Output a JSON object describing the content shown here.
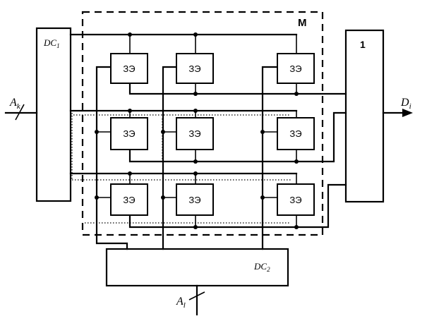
{
  "diagram": {
    "memory_label": "M",
    "decoder_rows_label": "DC",
    "decoder_rows_sub": "1",
    "decoder_cols_label": "DC",
    "decoder_cols_sub": "2",
    "output_block_label": "1",
    "input_row_addr": "A",
    "input_row_addr_sub": "k",
    "input_col_addr": "A",
    "input_col_addr_sub": "l",
    "output_data": "D",
    "output_data_sub": "i",
    "cell_label": "ЗЭ",
    "cells": [
      {
        "row": 1,
        "col": 1,
        "label": "ЗЭ"
      },
      {
        "row": 1,
        "col": 2,
        "label": "ЗЭ"
      },
      {
        "row": 1,
        "col": 3,
        "label": "ЗЭ"
      },
      {
        "row": 2,
        "col": 1,
        "label": "ЗЭ"
      },
      {
        "row": 2,
        "col": 2,
        "label": "ЗЭ"
      },
      {
        "row": 2,
        "col": 3,
        "label": "ЗЭ"
      },
      {
        "row": 3,
        "col": 1,
        "label": "ЗЭ"
      },
      {
        "row": 3,
        "col": 2,
        "label": "ЗЭ"
      },
      {
        "row": 3,
        "col": 3,
        "label": "ЗЭ"
      }
    ]
  }
}
